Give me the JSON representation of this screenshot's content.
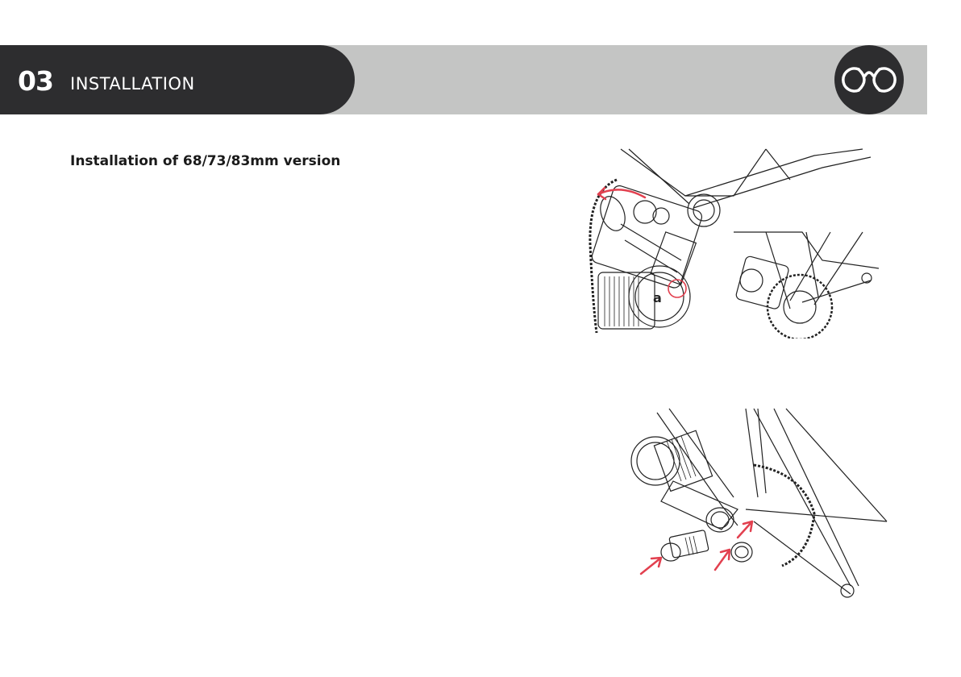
{
  "header": {
    "section_number": "03",
    "section_title": "INSTALLATION",
    "logo_icon": "cycle-brand-logo-icon"
  },
  "content": {
    "subtitle": "Installation of 68/73/83mm version"
  },
  "figures": [
    {
      "name": "motor-rotation-illustration",
      "accent_color": "#e2404f"
    },
    {
      "name": "bottom-bracket-parts-illustration",
      "accent_color": "#e2404f"
    }
  ],
  "colors": {
    "tab": "#2d2d2f",
    "bar": "#c4c5c4",
    "accent": "#e2404f"
  }
}
